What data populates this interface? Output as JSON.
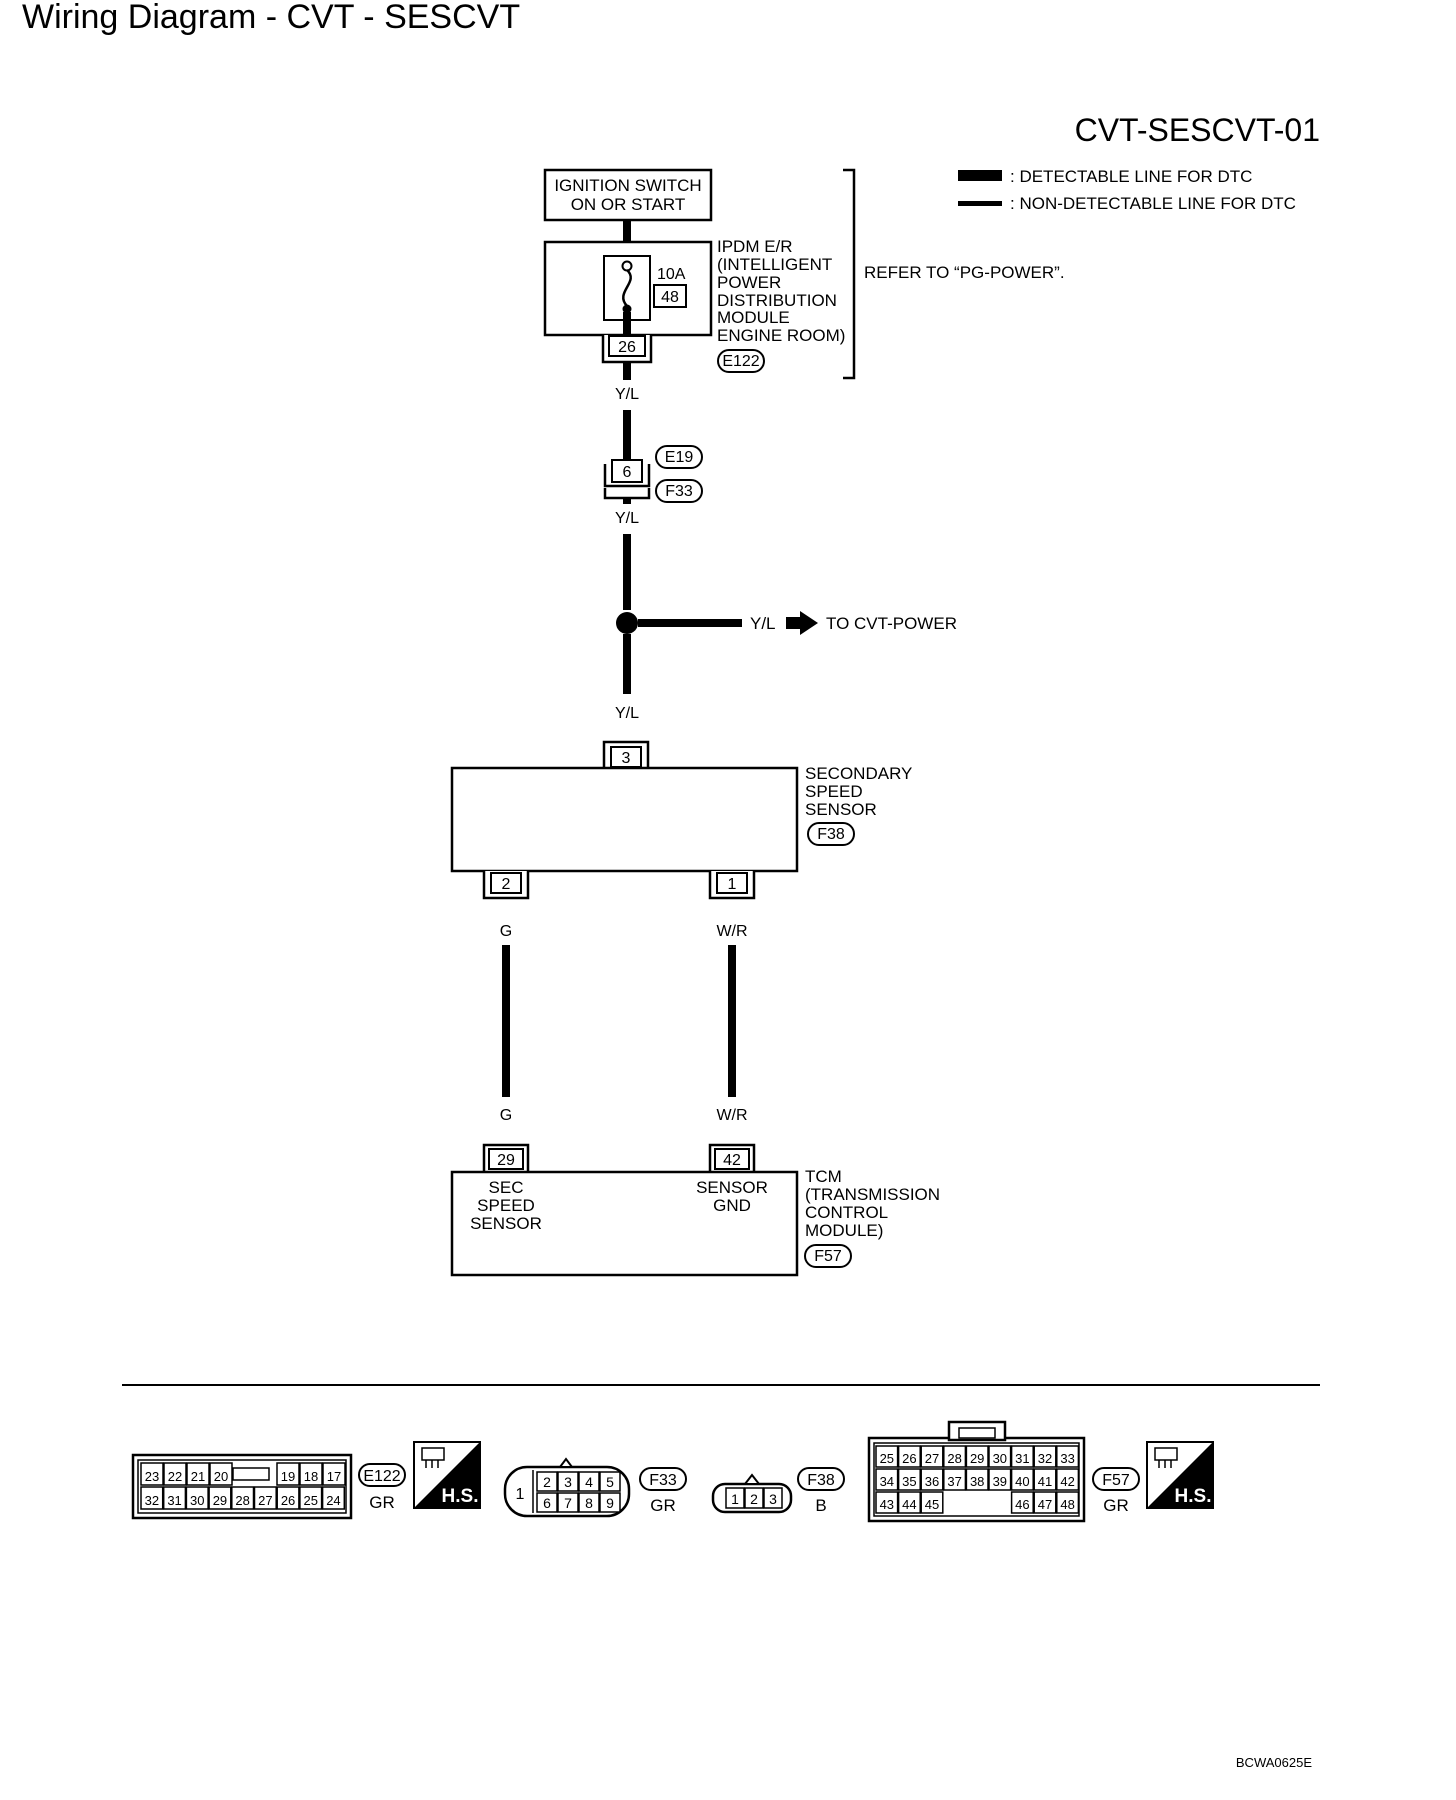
{
  "page": {
    "title": "Wiring Diagram - CVT - SESCVT",
    "diagram_id": "CVT-SESCVT-01",
    "footer_code": "BCWA0625E"
  },
  "legend": {
    "detectable": ": DETECTABLE LINE FOR DTC",
    "non_detectable": ": NON-DETECTABLE LINE FOR DTC"
  },
  "ignition": {
    "line1": "IGNITION SWITCH",
    "line2": "ON OR START"
  },
  "ipdm": {
    "label": [
      "IPDM E/R",
      "(INTELLIGENT",
      "POWER",
      "DISTRIBUTION",
      "MODULE",
      "ENGINE ROOM)"
    ],
    "fuse_amp": "10A",
    "fuse_no": "48",
    "pin": "26",
    "connector": "E122",
    "refer": "REFER TO “PG-POWER”."
  },
  "wires": {
    "yl": "Y/L",
    "g": "G",
    "wr": "W/R"
  },
  "junction": {
    "pin": "6",
    "connector_top": "E19",
    "connector_bottom": "F33"
  },
  "branch": {
    "to": "TO CVT-POWER"
  },
  "sensor": {
    "label": [
      "SECONDARY",
      "SPEED",
      "SENSOR"
    ],
    "connector": "F38",
    "pin_top": "3",
    "pin_left": "2",
    "pin_right": "1"
  },
  "tcm": {
    "label": [
      "TCM",
      "(TRANSMISSION",
      "CONTROL",
      "MODULE)"
    ],
    "connector": "F57",
    "pin_left": "29",
    "pin_right": "42",
    "left_label": [
      "SEC",
      "SPEED",
      "SENSOR"
    ],
    "right_label": [
      "SENSOR",
      "GND"
    ]
  },
  "connectors": {
    "e122": {
      "id": "E122",
      "color": "GR",
      "row1": [
        "23",
        "22",
        "21",
        "20",
        "19",
        "18",
        "17"
      ],
      "row2": [
        "32",
        "31",
        "30",
        "29",
        "28",
        "27",
        "26",
        "25",
        "24"
      ],
      "hs": "H.S."
    },
    "f33": {
      "id": "F33",
      "color": "GR",
      "left": "1",
      "row1": [
        "2",
        "3",
        "4",
        "5"
      ],
      "row2": [
        "6",
        "7",
        "8",
        "9"
      ]
    },
    "f38": {
      "id": "F38",
      "color": "B",
      "pins": [
        "1",
        "2",
        "3"
      ]
    },
    "f57": {
      "id": "F57",
      "color": "GR",
      "row1": [
        "25",
        "26",
        "27",
        "28",
        "29",
        "30",
        "31",
        "32",
        "33"
      ],
      "row2": [
        "34",
        "35",
        "36",
        "37",
        "38",
        "39",
        "40",
        "41",
        "42"
      ],
      "row3a": [
        "43",
        "44",
        "45"
      ],
      "row3b": [
        "46",
        "47",
        "48"
      ],
      "hs": "H.S."
    }
  }
}
